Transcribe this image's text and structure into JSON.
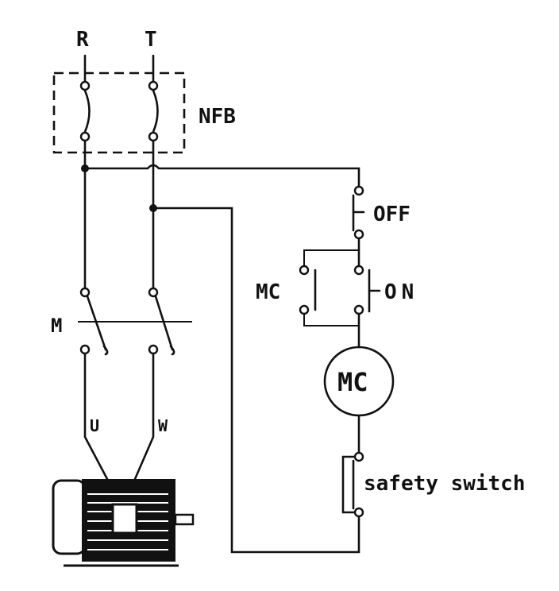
{
  "labels": {
    "phase_r": "R",
    "phase_t": "T",
    "breaker": "NFB",
    "off_button": "OFF",
    "on_button": "ON",
    "aux_contact": "MC",
    "coil": "MC",
    "contactor": "M",
    "terminal_u": "U",
    "terminal_w": "W",
    "safety_switch": "safety switch"
  },
  "colors": {
    "ink": "#111111",
    "background": "#ffffff"
  }
}
